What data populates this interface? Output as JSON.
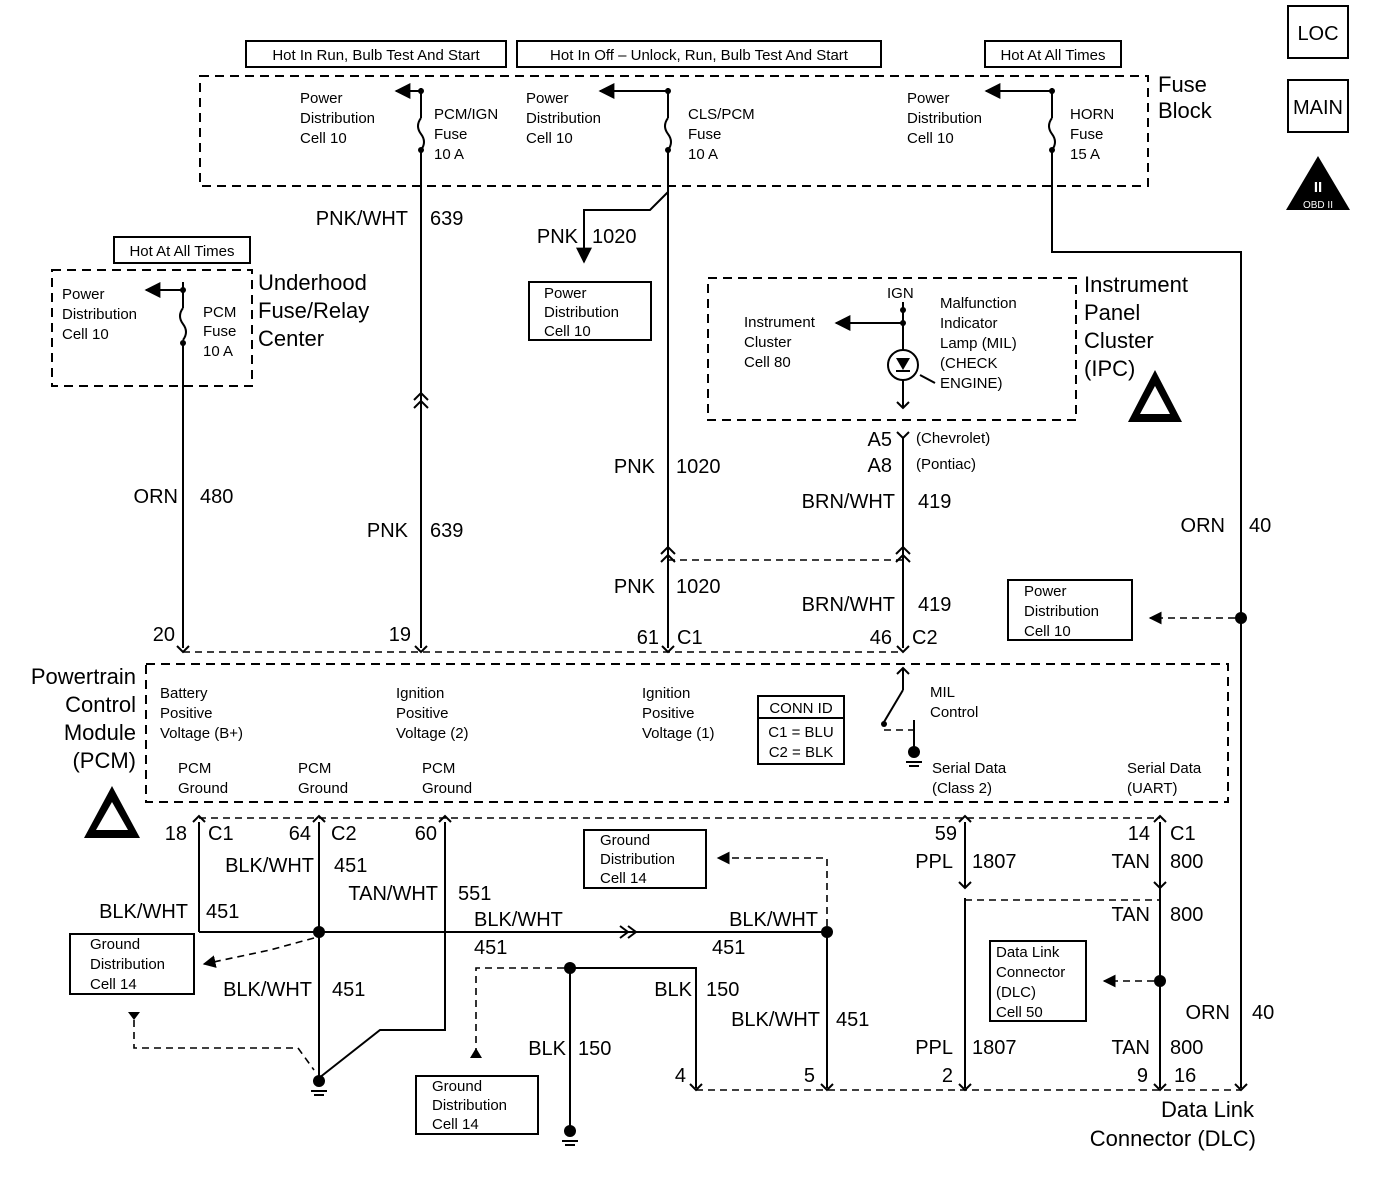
{
  "badges": {
    "loc": "LOC",
    "main": "MAIN",
    "obd": "OBD II",
    "obd_roman": "II"
  },
  "hot_labels": {
    "run": "Hot In Run, Bulb Test And Start",
    "off_unlock": "Hot In Off – Unlock, Run, Bulb Test And Start",
    "at_times": "Hot At All Times",
    "underhood_at_times": "Hot At All Times"
  },
  "fuse_block": {
    "title_l1": "Fuse",
    "title_l2": "Block",
    "fuses": [
      {
        "pd_l1": "Power",
        "pd_l2": "Distribution",
        "pd_l3": "Cell 10",
        "name_l1": "PCM/IGN",
        "name_l2": "Fuse",
        "rating": "10 A"
      },
      {
        "pd_l1": "Power",
        "pd_l2": "Distribution",
        "pd_l3": "Cell 10",
        "name_l1": "CLS/PCM",
        "name_l2": "Fuse",
        "rating": "10 A"
      },
      {
        "pd_l1": "Power",
        "pd_l2": "Distribution",
        "pd_l3": "Cell 10",
        "name_l1": "HORN",
        "name_l2": "Fuse",
        "rating": "15 A"
      }
    ]
  },
  "underhood": {
    "title_l1": "Underhood",
    "title_l2": "Fuse/Relay",
    "title_l3": "Center",
    "pd_l1": "Power",
    "pd_l2": "Distribution",
    "pd_l3": "Cell 10",
    "fuse_l1": "PCM",
    "fuse_l2": "Fuse",
    "rating": "10 A"
  },
  "ipc": {
    "title_l1": "Instrument",
    "title_l2": "Panel",
    "title_l3": "Cluster",
    "title_l4": "(IPC)",
    "ign": "IGN",
    "ref_l1": "Instrument",
    "ref_l2": "Cluster",
    "ref_l3": "Cell 80",
    "mil_l1": "Malfunction",
    "mil_l2": "Indicator",
    "mil_l3": "Lamp (MIL)",
    "mil_l4": "(CHECK",
    "mil_l5": "ENGINE)",
    "pin_a5": "A5",
    "pin_a8": "A8",
    "note_chev": "(Chevrolet)",
    "note_pont": "(Pontiac)"
  },
  "wires": {
    "pnk_wht": "PNK/WHT",
    "c639": "639",
    "pnk": "PNK",
    "c1020": "1020",
    "orn": "ORN",
    "c480": "480",
    "c40": "40",
    "c639b": "639",
    "brn_wht": "BRN/WHT",
    "c419": "419",
    "blk_wht": "BLK/WHT",
    "c451": "451",
    "tan_wht": "TAN/WHT",
    "c551": "551",
    "ppl": "PPL",
    "c1807": "1807",
    "tan": "TAN",
    "c800": "800",
    "blk": "BLK",
    "c150": "150"
  },
  "pcm": {
    "title_l1": "Powertrain",
    "title_l2": "Control",
    "title_l3": "Module",
    "title_l4": "(PCM)",
    "pin20": "20",
    "pin19": "19",
    "pin61": "61",
    "c1": "C1",
    "pin46": "46",
    "c2": "C2",
    "bat_l1": "Battery",
    "bat_l2": "Positive",
    "bat_l3": "Voltage (B+)",
    "ign2_l1": "Ignition",
    "ign2_l2": "Positive",
    "ign2_l3": "Voltage (2)",
    "ign1_l1": "Ignition",
    "ign1_l2": "Positive",
    "ign1_l3": "Voltage (1)",
    "conn_title": "CONN ID",
    "conn_c1": "C1 = BLU",
    "conn_c2": "C2 = BLK",
    "mil_l1": "MIL",
    "mil_l2": "Control",
    "gnd_l1": "PCM",
    "gnd_l2": "Ground",
    "sd2_l1": "Serial Data",
    "sd2_l2": "(Class 2)",
    "sdu_l1": "Serial Data",
    "sdu_l2": "(UART)",
    "pin18": "18",
    "pin64": "64",
    "pin60": "60",
    "pin59": "59",
    "pin14": "14"
  },
  "refs": {
    "pd_l1": "Power",
    "pd_l2": "Distribution",
    "pd_l3": "Cell 10",
    "gd_l1": "Ground",
    "gd_l2": "Distribution",
    "gd_l3": "Cell 14",
    "dlc_l1": "Data Link",
    "dlc_l2": "Connector",
    "dlc_l3": "(DLC)",
    "dlc_l4": "Cell 50"
  },
  "dlc": {
    "title_l1": "Data Link",
    "title_l2": "Connector (DLC)",
    "pin4": "4",
    "pin5": "5",
    "pin2": "2",
    "pin9": "9",
    "pin16": "16"
  }
}
